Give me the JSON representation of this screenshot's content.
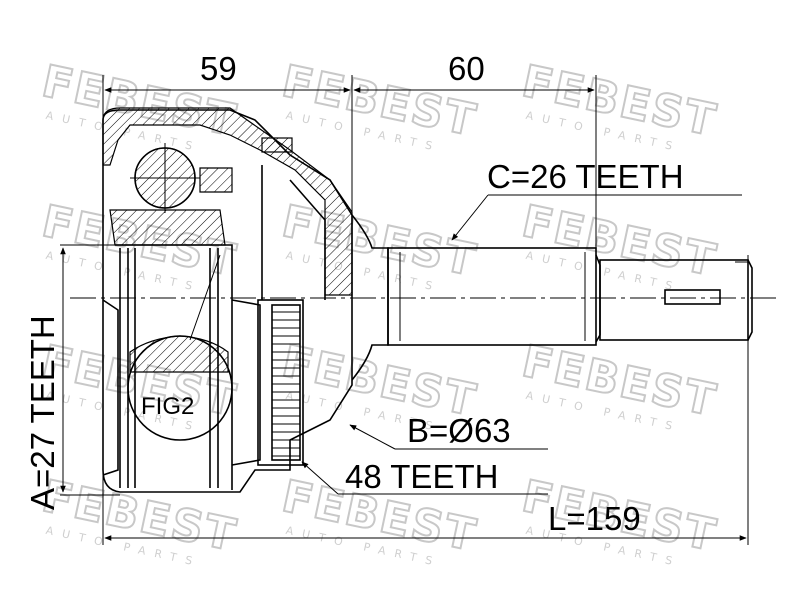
{
  "watermark": {
    "brand": "FEBEST",
    "tagline": "AUTO PARTS"
  },
  "dimensions": {
    "length_left": "59",
    "length_right": "60",
    "outer_spline": "C=26 TEETH",
    "abs_diameter": "B=Ø63",
    "abs_ring": "48 TEETH",
    "total_length": "L=159",
    "inner_spline": "A=27 TEETH",
    "detail_label": "FIG2"
  }
}
